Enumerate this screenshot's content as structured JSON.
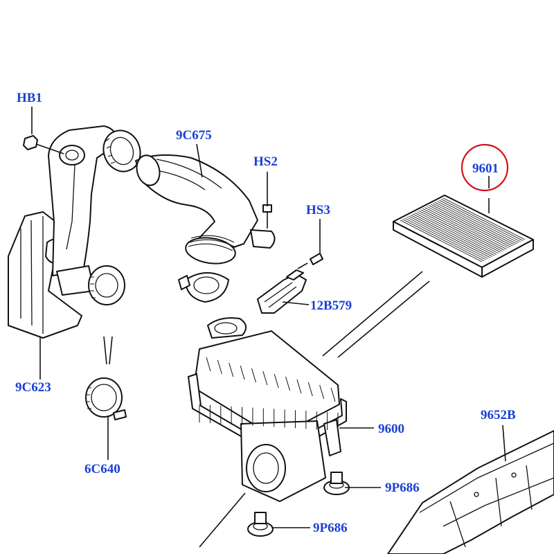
{
  "labels": {
    "hb1": "HB1",
    "c675": "9C675",
    "hs2": "HS2",
    "hs3": "HS3",
    "p9601": "9601",
    "b579": "12B579",
    "c623": "9C623",
    "c640": "6C640",
    "p9600": "9600",
    "b9652": "9652B",
    "p686a": "9P686",
    "p686b": "9P686"
  },
  "colors": {
    "label": "#1a3fd6",
    "highlight": "#d0121b",
    "line": "#111111"
  },
  "highlighted_part": "9601"
}
